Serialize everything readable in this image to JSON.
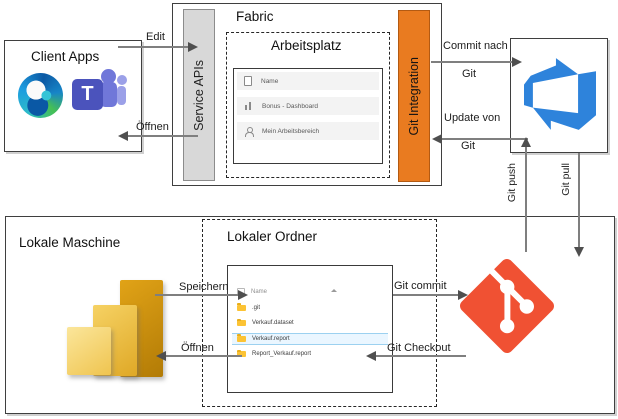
{
  "colors": {
    "service_apis_gray": "#d8d8d8",
    "git_integration_orange": "#e97b20",
    "azure_devops_blue": "#2e83db",
    "git_logo_red": "#f05133",
    "powerbi_gold": "#e1a317",
    "selected_row_blue": "#eaf6ff",
    "arrow_gray": "#7f7f7f"
  },
  "client_apps": {
    "title": "Client Apps",
    "icons": [
      "edge-icon",
      "teams-icon"
    ],
    "teams_letter": "T"
  },
  "fabric": {
    "title": "Fabric",
    "service_apis_label": "Service APIs",
    "git_integration_label": "Git Integration",
    "arbeitsplatz": {
      "title": "Arbeitsplatz",
      "list": {
        "header": "Name",
        "header_icon": "document-icon",
        "rows": [
          {
            "icon": "bar-chart-icon",
            "label": "Bonus - Dashboard"
          },
          {
            "icon": "person-icon",
            "label": "Mein Arbeitsbereich"
          }
        ]
      }
    }
  },
  "devops": {
    "icon": "azure-devops-icon"
  },
  "git": {
    "icon": "git-icon"
  },
  "local_machine": {
    "title": "Lokale Maschine",
    "icon": "powerbi-icon",
    "folder": {
      "title": "Lokaler Ordner",
      "list": {
        "header": "Name",
        "header_icon": "checkbox-icon",
        "rows": [
          {
            "icon": "folder-icon",
            "label": ".git",
            "selected": false
          },
          {
            "icon": "folder-icon",
            "label": "Verkauf.dataset",
            "selected": false
          },
          {
            "icon": "folder-icon",
            "label": "Verkauf.report",
            "selected": true
          },
          {
            "icon": "folder-icon",
            "label": "Report_Verkauf.report",
            "selected": false
          }
        ]
      }
    }
  },
  "arrows": {
    "edit": "Edit",
    "open_top": "Öffnen",
    "commit_line1": "Commit nach",
    "commit_line2": "Git",
    "update_line1": "Update von",
    "update_line2": "Git",
    "git_push": "Git push",
    "git_pull": "Git pull",
    "speichern": "Speichern",
    "open_bottom": "Öffnen",
    "git_commit": "Git commit",
    "git_checkout": "Git Checkout"
  }
}
